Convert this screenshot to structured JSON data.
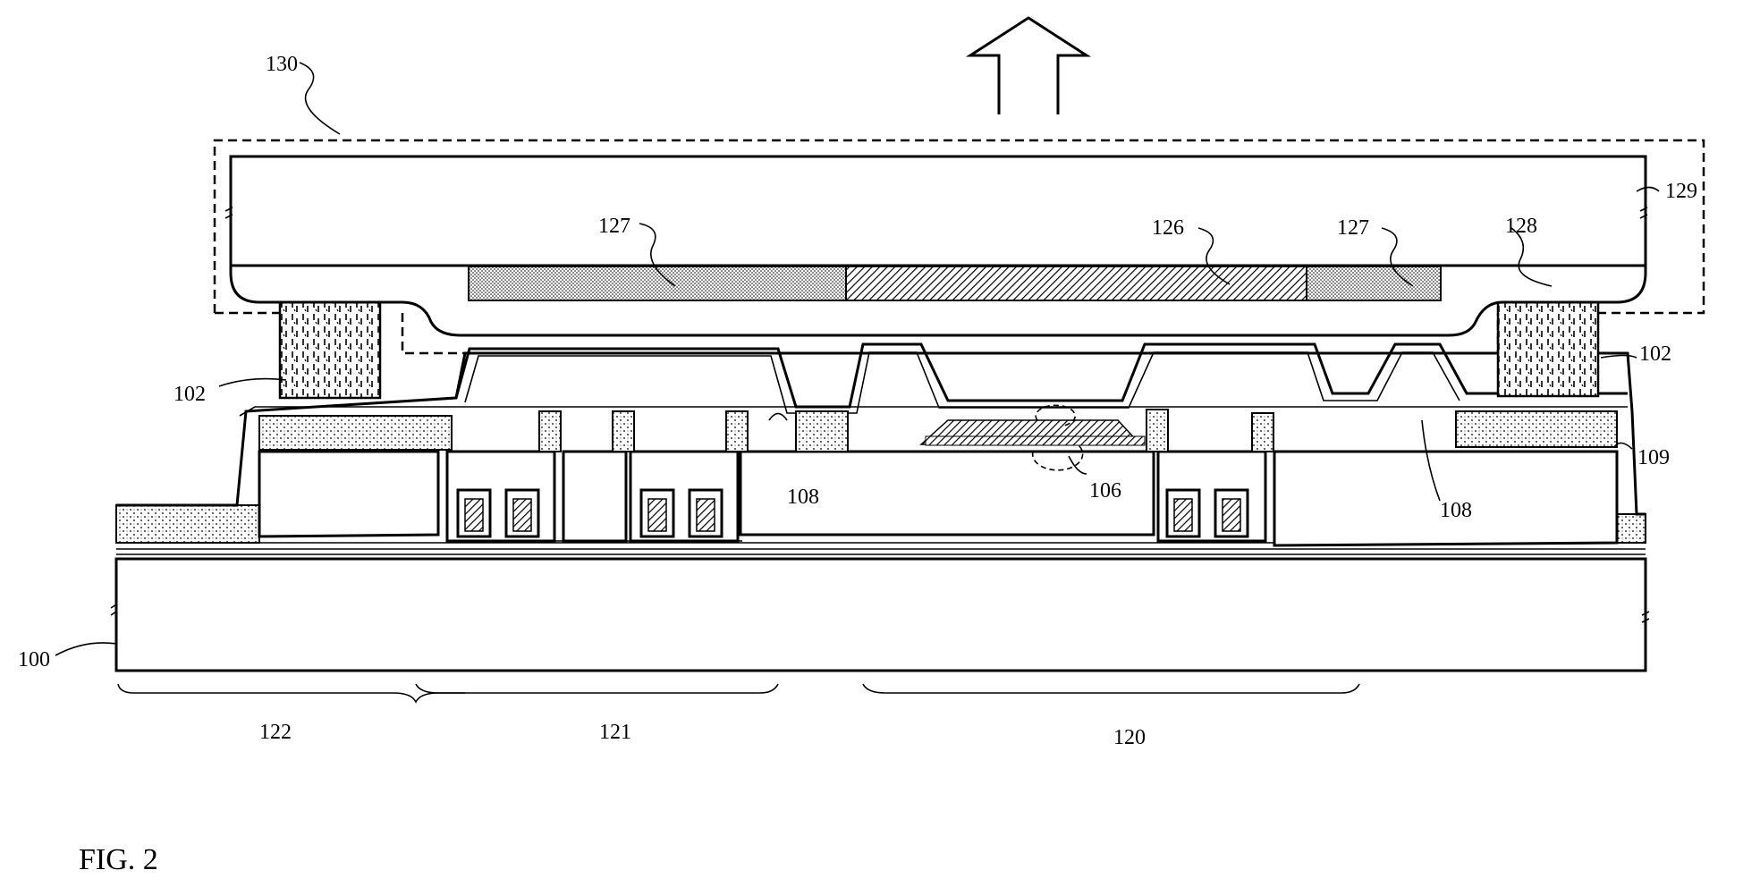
{
  "figure": {
    "caption": "FIG. 2",
    "labels": {
      "l100": "100",
      "l102a": "102",
      "l102b": "102",
      "l106": "106",
      "l108a": "108",
      "l108b": "108",
      "l109": "109",
      "l120": "120",
      "l121": "121",
      "l122": "122",
      "l126": "126",
      "l127a": "127",
      "l127b": "127",
      "l128": "128",
      "l129": "129",
      "l130": "130"
    }
  }
}
